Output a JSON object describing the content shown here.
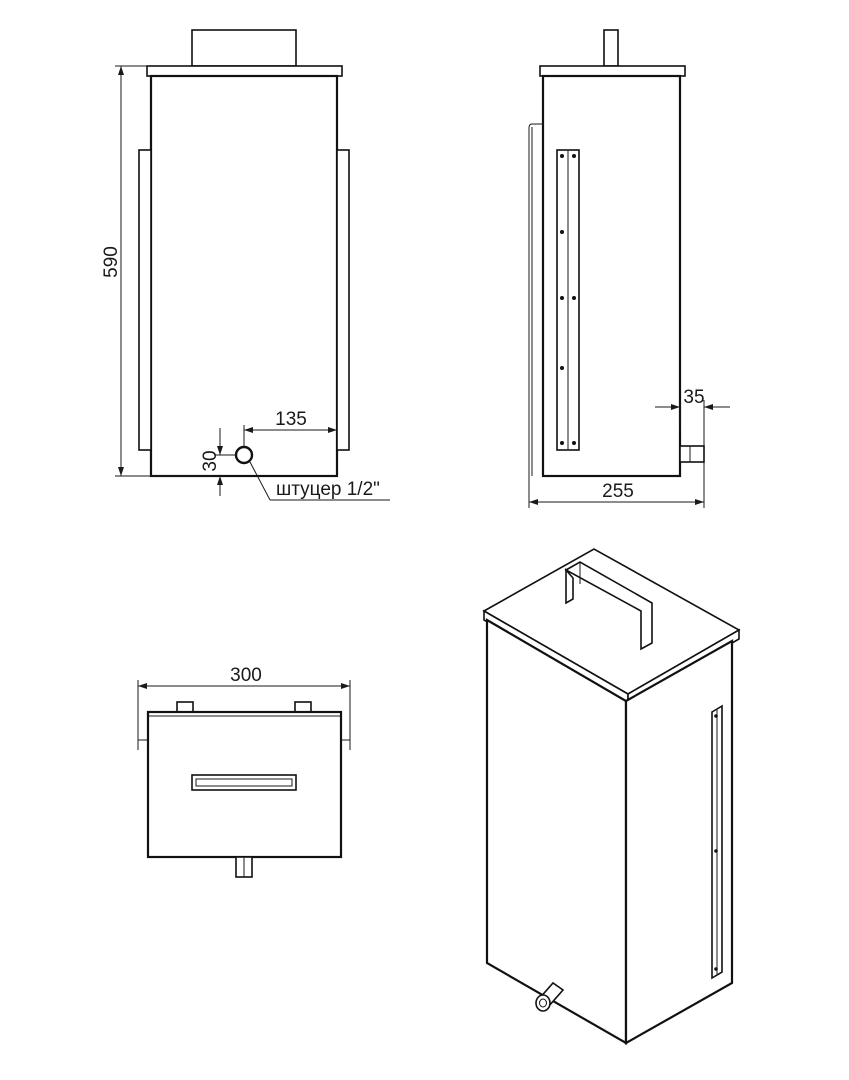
{
  "dimensions": {
    "height": "590",
    "nozzle_offset": "135",
    "nozzle_height": "30",
    "nozzle_label": "штуцер 1/2\"",
    "nozzle_depth": "35",
    "side_width": "255",
    "top_width": "300"
  }
}
